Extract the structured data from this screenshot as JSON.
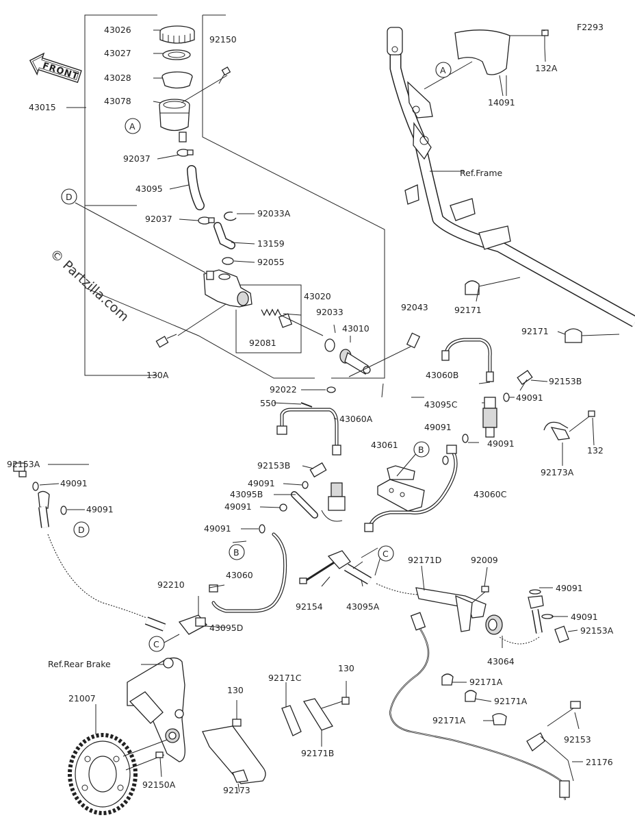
{
  "diagram": {
    "code": "F2293",
    "watermark": "© Partzilla.com",
    "front_label": "FRONT",
    "callouts": [
      "A",
      "A",
      "B",
      "B",
      "C",
      "C",
      "D",
      "D"
    ],
    "labels": {
      "p43026": "43026",
      "p43027": "43027",
      "p43028": "43028",
      "p43078": "43078",
      "p43015": "43015",
      "p92150": "92150",
      "p92037a": "92037",
      "p43095": "43095",
      "p92037b": "92037",
      "p92033a": "92033A",
      "p13159": "13159",
      "p92055": "92055",
      "p43020": "43020",
      "p92033": "92033",
      "p43010": "43010",
      "p92081": "92081",
      "p130a": "130A",
      "p92022": "92022",
      "p92043": "92043",
      "p550": "550",
      "p43060a": "43060A",
      "p92153a_l": "92153A",
      "p49091_1": "49091",
      "p49091_2": "49091",
      "p92153b_l": "92153B",
      "p49091_3": "49091",
      "p43095b": "43095B",
      "p49091_4": "49091",
      "p49091_5": "49091",
      "p43060": "43060",
      "p92210": "92210",
      "p43095d": "43095D",
      "p43061": "43061",
      "p49091_6": "49091",
      "p43060c": "43060C",
      "p43060b": "43060B",
      "p92153b_r": "92153B",
      "p43095c": "43095C",
      "p49091_7": "49091",
      "p49091_8": "49091",
      "p92173a": "92173A",
      "p132": "132",
      "p132a": "132A",
      "p14091": "14091",
      "ref_frame": "Ref.Frame",
      "p92171_1": "92171",
      "p92171_2": "92171",
      "p92154": "92154",
      "p43095a": "43095A",
      "p92171d": "92171D",
      "p92009": "92009",
      "p49091_9": "49091",
      "p49091_10": "49091",
      "p92153a_r": "92153A",
      "p43064": "43064",
      "ref_rear_brake": "Ref.Rear Brake",
      "p21007": "21007",
      "p130_1": "130",
      "p130_2": "130",
      "p92171c": "92171C",
      "p92171b": "92171B",
      "p92171a_1": "92171A",
      "p92171a_2": "92171A",
      "p92171a_3": "92171A",
      "p92153": "92153",
      "p21176": "21176",
      "p92150a": "92150A",
      "p92173": "92173"
    }
  }
}
